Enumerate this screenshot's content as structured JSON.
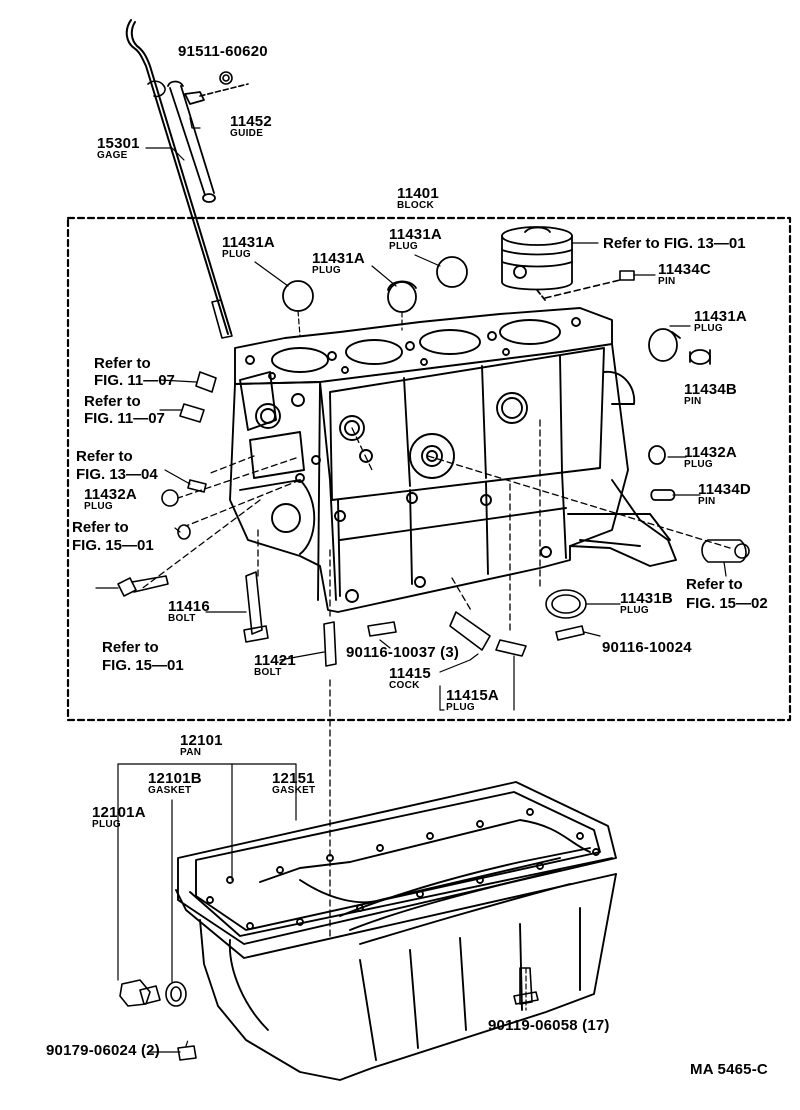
{
  "diagram_code": "MA 5465-C",
  "parts": {
    "bolt_91511": {
      "number": "91511-60620"
    },
    "guide": {
      "number": "11452",
      "name": "GUIDE"
    },
    "gage": {
      "number": "15301",
      "name": "GAGE"
    },
    "block": {
      "number": "11401",
      "name": "BLOCK"
    },
    "plug_a1": {
      "number": "11431A",
      "name": "PLUG"
    },
    "plug_a2": {
      "number": "11431A",
      "name": "PLUG"
    },
    "plug_a3": {
      "number": "11431A",
      "name": "PLUG"
    },
    "plug_a4": {
      "number": "11431A",
      "name": "PLUG"
    },
    "pin_c": {
      "number": "11434C",
      "name": "PIN"
    },
    "pin_b": {
      "number": "11434B",
      "name": "PIN"
    },
    "plug_432a_right": {
      "number": "11432A",
      "name": "PLUG"
    },
    "plug_432a_left": {
      "number": "11432A",
      "name": "PLUG"
    },
    "pin_d": {
      "number": "11434D",
      "name": "PIN"
    },
    "plug_431b": {
      "number": "11431B",
      "name": "PLUG"
    },
    "bolt_416": {
      "number": "11416",
      "name": "BOLT"
    },
    "bolt_421": {
      "number": "11421",
      "name": "BOLT"
    },
    "stud_10037": {
      "number": "90116-10037 (3)"
    },
    "stud_10024": {
      "number": "90116-10024"
    },
    "cock": {
      "number": "11415",
      "name": "COCK"
    },
    "plug_415a": {
      "number": "11415A",
      "name": "PLUG"
    },
    "pan": {
      "number": "12101",
      "name": "PAN"
    },
    "gasket_101b": {
      "number": "12101B",
      "name": "GASKET"
    },
    "gasket_151": {
      "number": "12151",
      "name": "GASKET"
    },
    "plug_101a": {
      "number": "12101A",
      "name": "PLUG"
    },
    "bolt_06058": {
      "number": "90119-06058 (17)"
    },
    "nut_06024": {
      "number": "90179-06024 (2)"
    }
  },
  "references": {
    "fig13_01": "Refer to FIG. 13—01",
    "fig11_07a_1": "Refer to",
    "fig11_07a_2": "FIG. 11—07",
    "fig11_07b_1": "Refer to",
    "fig11_07b_2": "FIG. 11—07",
    "fig13_04_1": "Refer to",
    "fig13_04_2": "FIG. 13—04",
    "fig15_01a_1": "Refer to",
    "fig15_01a_2": "FIG. 15—01",
    "fig15_01b_1": "Refer to",
    "fig15_01b_2": "FIG. 15—01",
    "fig15_02_1": "Refer to",
    "fig15_02_2": "FIG. 15—02"
  }
}
